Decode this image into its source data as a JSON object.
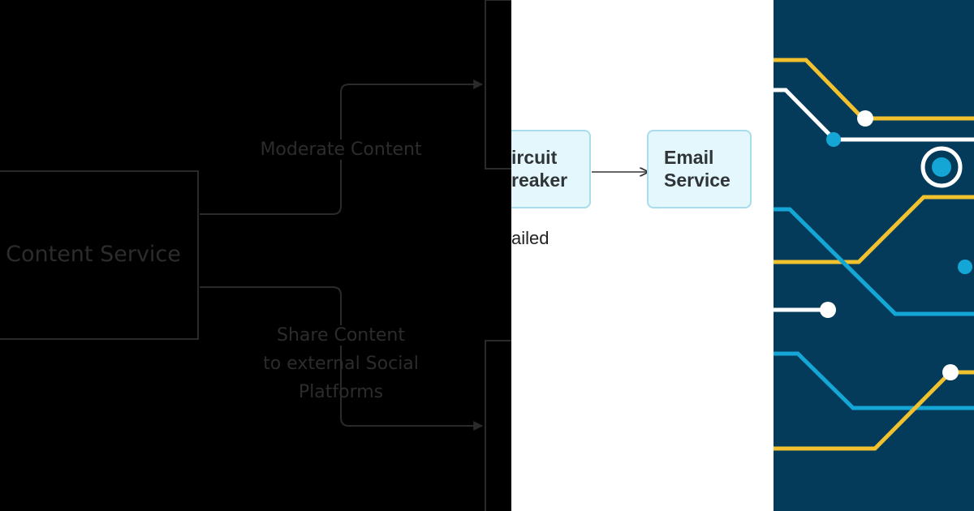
{
  "left_diagram": {
    "source_node": "Content Service",
    "edge_top_label": "Moderate Content",
    "edge_bottom_label_lines": [
      "Share Content",
      "to external Social",
      "Platforms"
    ]
  },
  "middle_diagram": {
    "node_a_lines": [
      "ircuit",
      "reaker"
    ],
    "node_b_lines": [
      "Email",
      "Service"
    ],
    "partial_text": "ailed"
  },
  "right_graphic": {
    "colors": {
      "background": "#043a5a",
      "yellow": "#f2c12e",
      "blue": "#14a7d6",
      "white": "#ffffff"
    }
  }
}
